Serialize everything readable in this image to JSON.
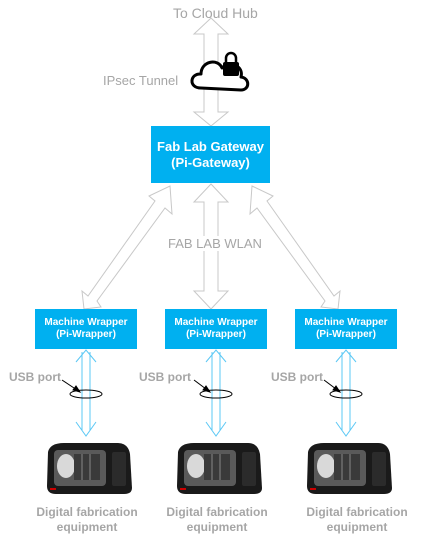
{
  "top_label": "To Cloud Hub",
  "tunnel_label": "IPsec Tunnel",
  "cloud_icon": "cloud-lock-icon",
  "gateway": {
    "line1": "Fab Lab Gateway",
    "line2": "(Pi-Gateway)"
  },
  "wlan_label": "FAB LAB WLAN",
  "wrappers": [
    {
      "line1": "Machine Wrapper",
      "line2": "(Pi-Wrapper)"
    },
    {
      "line1": "Machine Wrapper",
      "line2": "(Pi-Wrapper)"
    },
    {
      "line1": "Machine Wrapper",
      "line2": "(Pi-Wrapper)"
    }
  ],
  "usb_labels": [
    "USB port",
    "USB port",
    "USB port"
  ],
  "machines": [
    {
      "icon": "3d-printer-icon",
      "label": "Digital fabrication equipment"
    },
    {
      "icon": "3d-printer-icon",
      "label": "Digital fabrication equipment"
    },
    {
      "icon": "3d-printer-icon",
      "label": "Digital fabrication equipment"
    }
  ],
  "colors": {
    "accent": "#00b0f0",
    "arrow_fill": "#ffffff",
    "arrow_stroke": "#c8c8c8",
    "usb_arrow": "#5bc8f5",
    "label_gray": "#a6a6a6"
  }
}
